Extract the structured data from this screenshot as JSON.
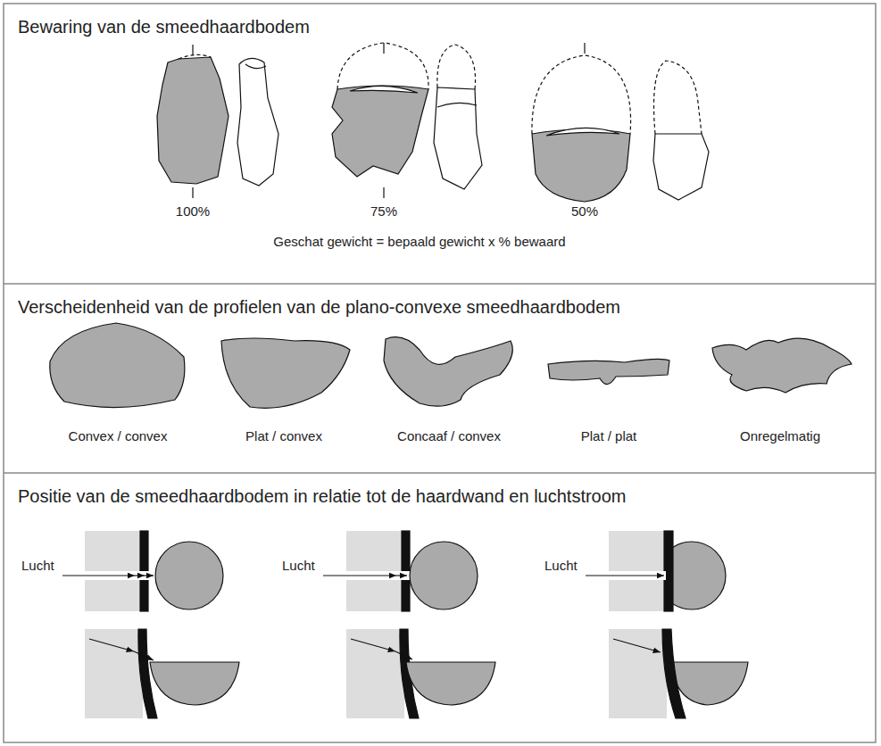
{
  "diagram": {
    "nodes": [
      {
        "text": [
          "Bewaring van de smeedhaardbodem"
        ]
      },
      {
        "text": [
          "Verscheidenheid van de profielen van de plano-convexe smeedhaardbodem"
        ]
      },
      {
        "text": [
          "Positie van de smeedhaardbodem in relatie tot de haardwand en luchtstroom"
        ]
      }
    ],
    "labels": [
      "100%",
      "75%",
      "50%",
      "Geschat gewicht = bepaald gewicht x % bewaard",
      "Convex / convex",
      "Plat / convex",
      "Concaaf / convex",
      "Plat / plat",
      "Onregelmatig",
      "Lucht",
      "Lucht",
      "Lucht"
    ]
  }
}
